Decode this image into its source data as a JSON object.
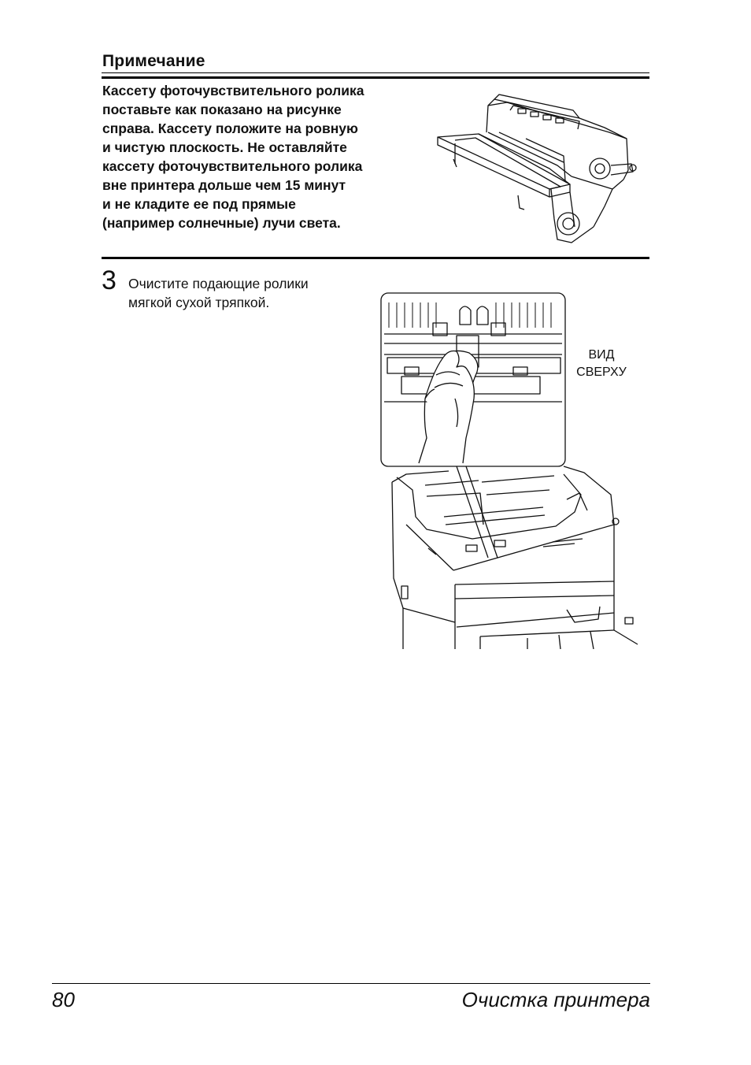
{
  "note": {
    "title": "Примечание",
    "lines": [
      "Кассету фоточувствительного ролика",
      "поставьте как показано на рисунке",
      "справа. Кассету положите на ровную",
      "и чистую плоскость. Не оставляйте",
      "кассету фоточувствительного ролика",
      "вне принтера дольше чем 15 минут",
      "и не кладите ее под прямые",
      "(например солнечные) лучи света."
    ]
  },
  "step": {
    "number": "3",
    "lines": [
      "Очистите подающие ролики",
      "мягкой сухой тряпкой."
    ]
  },
  "figure_label": {
    "lines": [
      "ВИД",
      "СВЕРХУ"
    ]
  },
  "footer": {
    "page_number": "80",
    "section": "Очистка принтера"
  }
}
